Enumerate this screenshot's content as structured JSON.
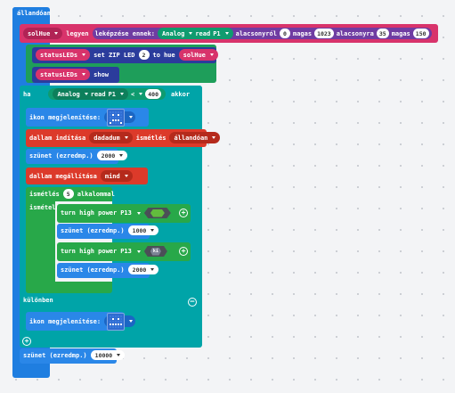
{
  "colors": {
    "loops": "#1f7ee0",
    "variables": "#d8336b",
    "neopixel": "#2b3c9c",
    "pins": "#0f9b6f",
    "logic": "#00a4a8",
    "basic": "#2a87e8",
    "music": "#dc3a2a",
    "loop_repeat": "#28a849"
  },
  "forever": {
    "label": "állandóan"
  },
  "set_var": {
    "var_name": "solHue",
    "text1": "legyen",
    "text2": "leképzése ennek:",
    "analog_label": "Analog",
    "read_label": "read",
    "pin": "P1",
    "from_low_label": "alacsonyról",
    "from_low": "0",
    "high_label1": "magas",
    "from_high": "1023",
    "to_low_label": "alacsonyra",
    "to_low": "35",
    "high_label2": "magas",
    "to_high": "150"
  },
  "set_zip": {
    "strip": "statusLEDs",
    "text": "set ZIP LED",
    "index": "2",
    "to_label": "to",
    "hue_label": "hue",
    "hue_var": "solHue"
  },
  "show": {
    "strip": "statusLEDs",
    "label": "show"
  },
  "if_block": {
    "if_label": "ha",
    "analog_label": "Analog",
    "read_label": "read",
    "pin": "P1",
    "operator": "<",
    "value": "400",
    "then_label": "akkor",
    "else_label": "különben"
  },
  "show_icon1": {
    "label": "ikon megjelenítése:",
    "icon": "sad-face-icon"
  },
  "play_melody": {
    "label": "dallam indítása",
    "melody": "dadadum",
    "repeat_label": "ismétlés",
    "repeat": "állandóan"
  },
  "pause1": {
    "label": "szünet (ezredmp.)",
    "value": "2000"
  },
  "stop_melody": {
    "label": "dallam megállítása",
    "which": "mind"
  },
  "repeat_block": {
    "label": "ismétlés",
    "times": "5",
    "suffix": "alkalommal",
    "do_label": "ismételd"
  },
  "turn_on": {
    "label": "turn high power",
    "pin": "P13"
  },
  "pause2": {
    "label": "szünet (ezredmp.)",
    "value": "1000"
  },
  "turn_off": {
    "label": "turn high power",
    "pin": "P13",
    "state": "ki"
  },
  "pause3": {
    "label": "szünet (ezredmp.)",
    "value": "2000"
  },
  "show_icon2": {
    "label": "ikon megjelenítése:",
    "icon": "neutral-face-icon"
  },
  "pause4": {
    "label": "szünet (ezredmp.)",
    "value": "10000"
  }
}
